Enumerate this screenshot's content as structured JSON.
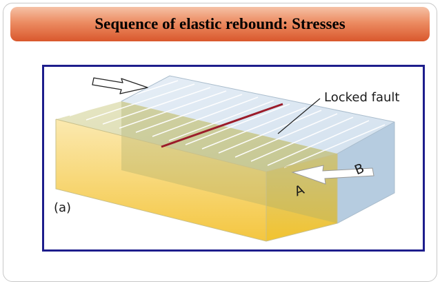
{
  "slide": {
    "title": "Sequence of elastic rebound: Stresses"
  },
  "figure": {
    "callout_label": "Locked fault",
    "block_a_label": "A",
    "block_b_label": "B",
    "panel_label": "(a)",
    "colors": {
      "frame": "#1d1d8c",
      "fault_line": "#9b1c2a",
      "block_a": "#f2c94c",
      "block_b": "#a9c4dc",
      "stress_arrow": "#ffffff"
    }
  }
}
